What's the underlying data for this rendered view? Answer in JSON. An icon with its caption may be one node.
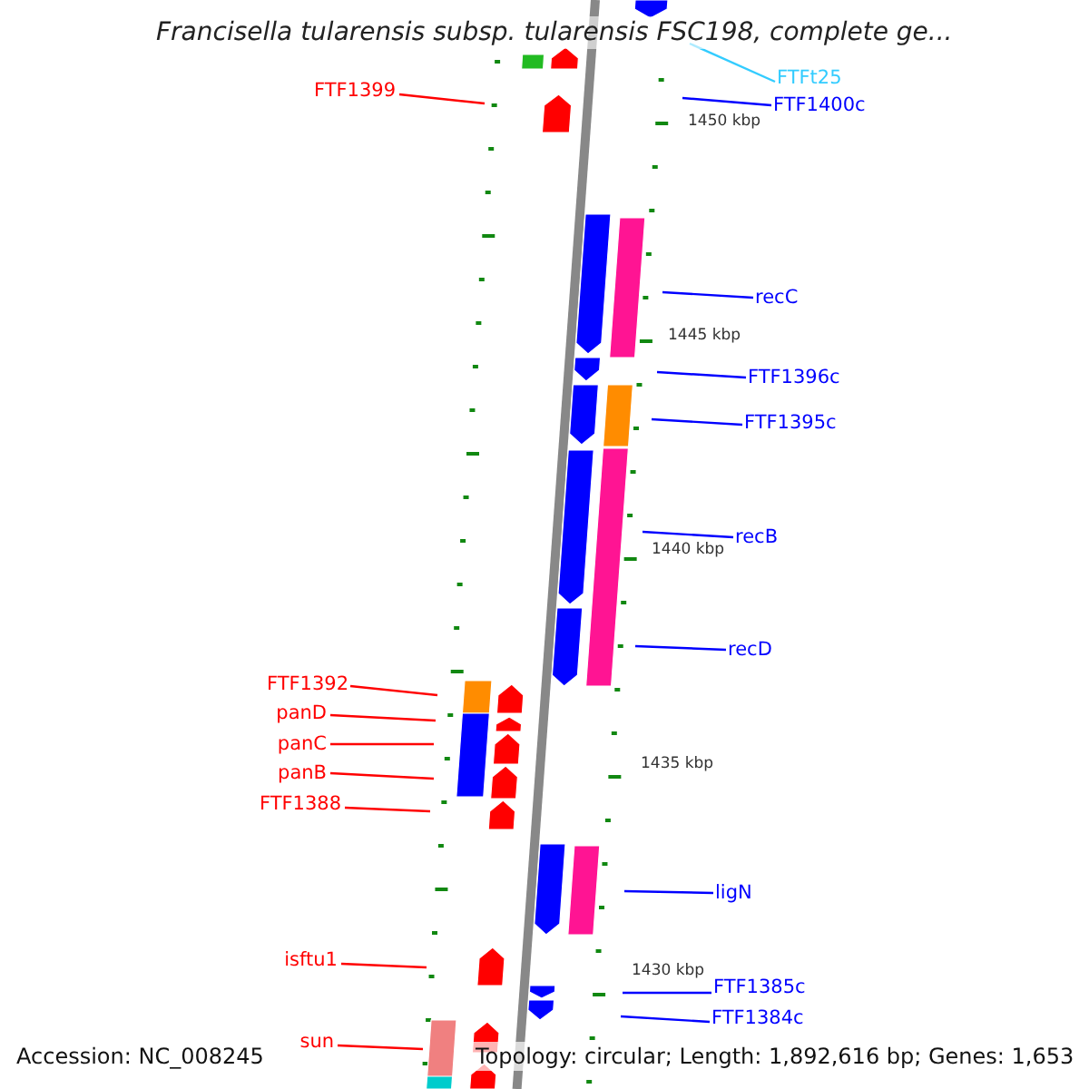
{
  "diagram": {
    "title": "Francisella tularensis subsp. tularensis FSC198, complete ge...",
    "nodes": [
      {
        "text": [
          "FTFt25"
        ]
      },
      {
        "text": [
          "FTF1400c"
        ]
      },
      {
        "text": [
          "FTF1399"
        ]
      },
      {
        "text": [
          "recC"
        ]
      },
      {
        "text": [
          "FTF1396c"
        ]
      },
      {
        "text": [
          "FTF1395c"
        ]
      },
      {
        "text": [
          "recB"
        ]
      },
      {
        "text": [
          "recD"
        ]
      },
      {
        "text": [
          "FTF1392"
        ]
      },
      {
        "text": [
          "panD"
        ]
      },
      {
        "text": [
          "panC"
        ]
      },
      {
        "text": [
          "panB"
        ]
      },
      {
        "text": [
          "FTF1388"
        ]
      },
      {
        "text": [
          "ligN"
        ]
      },
      {
        "text": [
          "isftu1"
        ]
      },
      {
        "text": [
          "FTF1385c"
        ]
      },
      {
        "text": [
          "FTF1384c"
        ]
      },
      {
        "text": [
          "sun"
        ]
      }
    ],
    "edges": [
      {
        "from": 0,
        "to": null,
        "arrow": "none",
        "color": "#33ccff"
      },
      {
        "from": 1,
        "to": null,
        "arrow": "none"
      },
      {
        "from": 2,
        "to": null,
        "arrow": "none",
        "color": "#ff0000"
      },
      {
        "from": 3,
        "to": null,
        "arrow": "none"
      },
      {
        "from": 4,
        "to": null,
        "arrow": "none"
      },
      {
        "from": 5,
        "to": null,
        "arrow": "none"
      },
      {
        "from": 6,
        "to": null,
        "arrow": "none"
      },
      {
        "from": 7,
        "to": null,
        "arrow": "none"
      },
      {
        "from": 8,
        "to": null,
        "arrow": "none",
        "color": "#ff0000"
      },
      {
        "from": 9,
        "to": null,
        "arrow": "none",
        "color": "#ff0000"
      },
      {
        "from": 10,
        "to": null,
        "arrow": "none",
        "color": "#ff0000"
      },
      {
        "from": 11,
        "to": null,
        "arrow": "none",
        "color": "#ff0000"
      },
      {
        "from": 12,
        "to": null,
        "arrow": "none",
        "color": "#ff0000"
      },
      {
        "from": 13,
        "to": null,
        "arrow": "none"
      },
      {
        "from": 14,
        "to": null,
        "arrow": "none",
        "color": "#ff0000"
      },
      {
        "from": 15,
        "to": null,
        "arrow": "none"
      },
      {
        "from": 16,
        "to": null,
        "arrow": "none"
      },
      {
        "from": 17,
        "to": null,
        "arrow": "none",
        "color": "#ff0000"
      }
    ],
    "labels": [
      "1450 kbp",
      "1445 kbp",
      "1440 kbp",
      "1435 kbp",
      "1430 kbp",
      "Accession: NC_008245",
      "Topology: circular; Length: 1,892,616 bp; Genes: 1,653"
    ]
  }
}
